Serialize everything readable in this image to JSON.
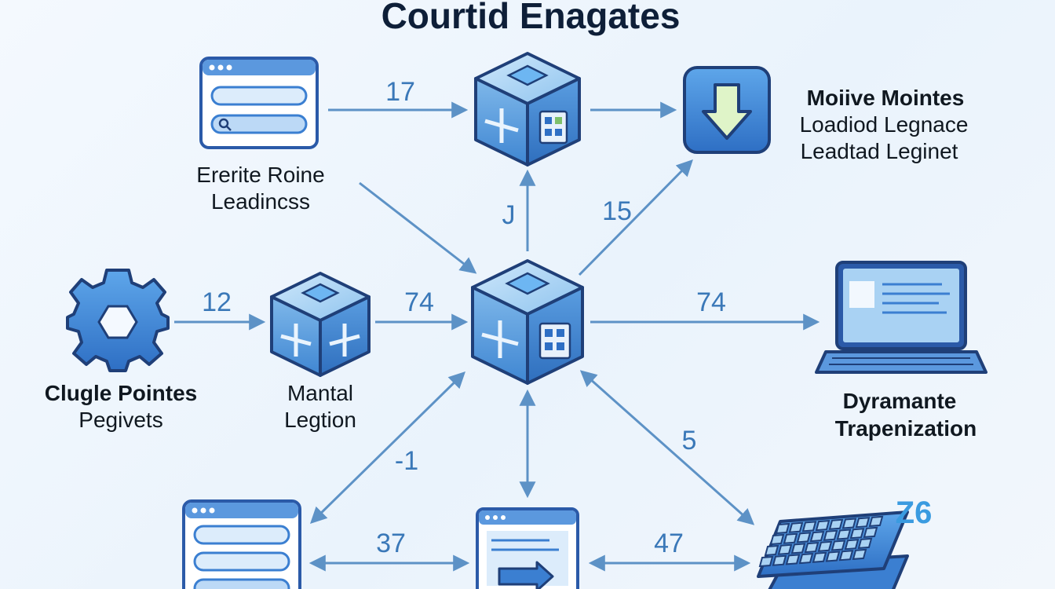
{
  "title": "Courtid Enagates",
  "nodes": {
    "browser_top": {
      "label_line1": "Ererite Roine",
      "label_line2": "Leadincss"
    },
    "download": {
      "title": "Moiive Mointes",
      "line1": "Loadiod Legnace",
      "line2": "Leadtad Leginet"
    },
    "gear": {
      "label_line1": "Clugle Pointes",
      "label_line2": "Pegivets"
    },
    "cube_left": {
      "label_line1": "Mantal",
      "label_line2": "Legtion"
    },
    "laptop": {
      "label_line1": "Dyramante",
      "label_line2": "Trapenization"
    }
  },
  "edges": {
    "browser_to_cube_top": "17",
    "center_to_cube_top": "J",
    "center_to_download": "15",
    "gear_to_cube_left": "12",
    "cube_left_to_center": "74",
    "center_to_laptop": "74",
    "center_to_browser_bottom": "-1",
    "center_to_keyboard": "5",
    "browser_bottom_to_doc": "37",
    "doc_to_keyboard": "47",
    "keyboard_tag": "Z6"
  },
  "colors": {
    "arrow": "#5d92c6",
    "icon_blue": "#3b7fd1",
    "icon_light": "#a9d2f3",
    "outline": "#1f3f78"
  }
}
